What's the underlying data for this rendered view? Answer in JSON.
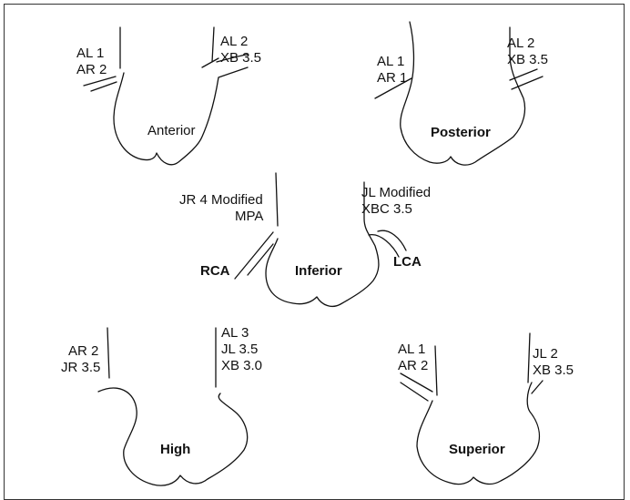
{
  "panels": {
    "anterior": {
      "title": "Anterior",
      "left_lines": [
        "AL 1",
        "AR 2"
      ],
      "right_lines": [
        "AL 2",
        "XB 3.5"
      ]
    },
    "posterior": {
      "title": "Posterior",
      "left_lines": [
        "AL 1",
        "AR 1"
      ],
      "right_lines": [
        "AL 2",
        "XB 3.5"
      ]
    },
    "inferior": {
      "title": "Inferior",
      "left_lines": [
        "JR 4 Modified",
        "MPA"
      ],
      "right_lines": [
        "JL Modified",
        "XBC 3.5"
      ],
      "rca": "RCA",
      "lca": "LCA"
    },
    "high": {
      "title": "High",
      "left_lines": [
        "AR 2",
        "JR 3.5"
      ],
      "right_lines": [
        "AL 3",
        "JL 3.5",
        "XB 3.0"
      ]
    },
    "superior": {
      "title": "Superior",
      "left_lines": [
        "AL 1",
        "AR 2"
      ],
      "right_lines": [
        "JL 2",
        "XB 3.5"
      ]
    }
  }
}
